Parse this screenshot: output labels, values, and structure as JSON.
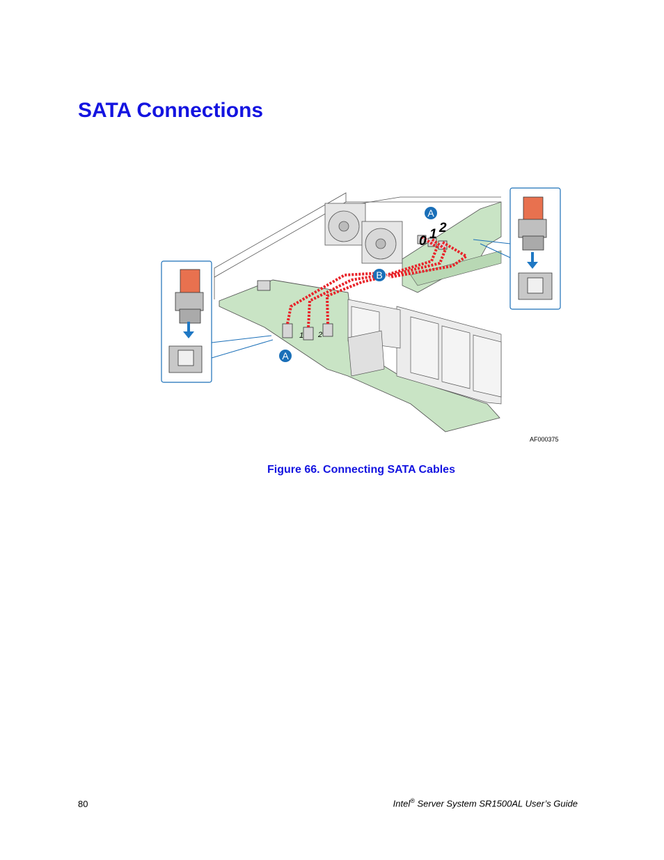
{
  "page": {
    "heading": "SATA Connections",
    "figure_id": "AF000375",
    "caption": "Figure 66. Connecting SATA Cables",
    "callouts": {
      "a": "A",
      "b": "B"
    },
    "port_digits": [
      "0",
      "1",
      "2"
    ],
    "board_digits": [
      "1",
      "2"
    ]
  },
  "footer": {
    "page_number": "80",
    "brand": "Intel",
    "trademark": "®",
    "title_rest": " Server System SR1500AL User’s Guide"
  },
  "colors": {
    "heading": "#1414e0",
    "board_green": "#c9e4c5",
    "cable_red": "#e8242a",
    "callout_blue": "#1a6fb8",
    "connector_orange": "#e8714f",
    "arrow_blue": "#1f78c4"
  }
}
